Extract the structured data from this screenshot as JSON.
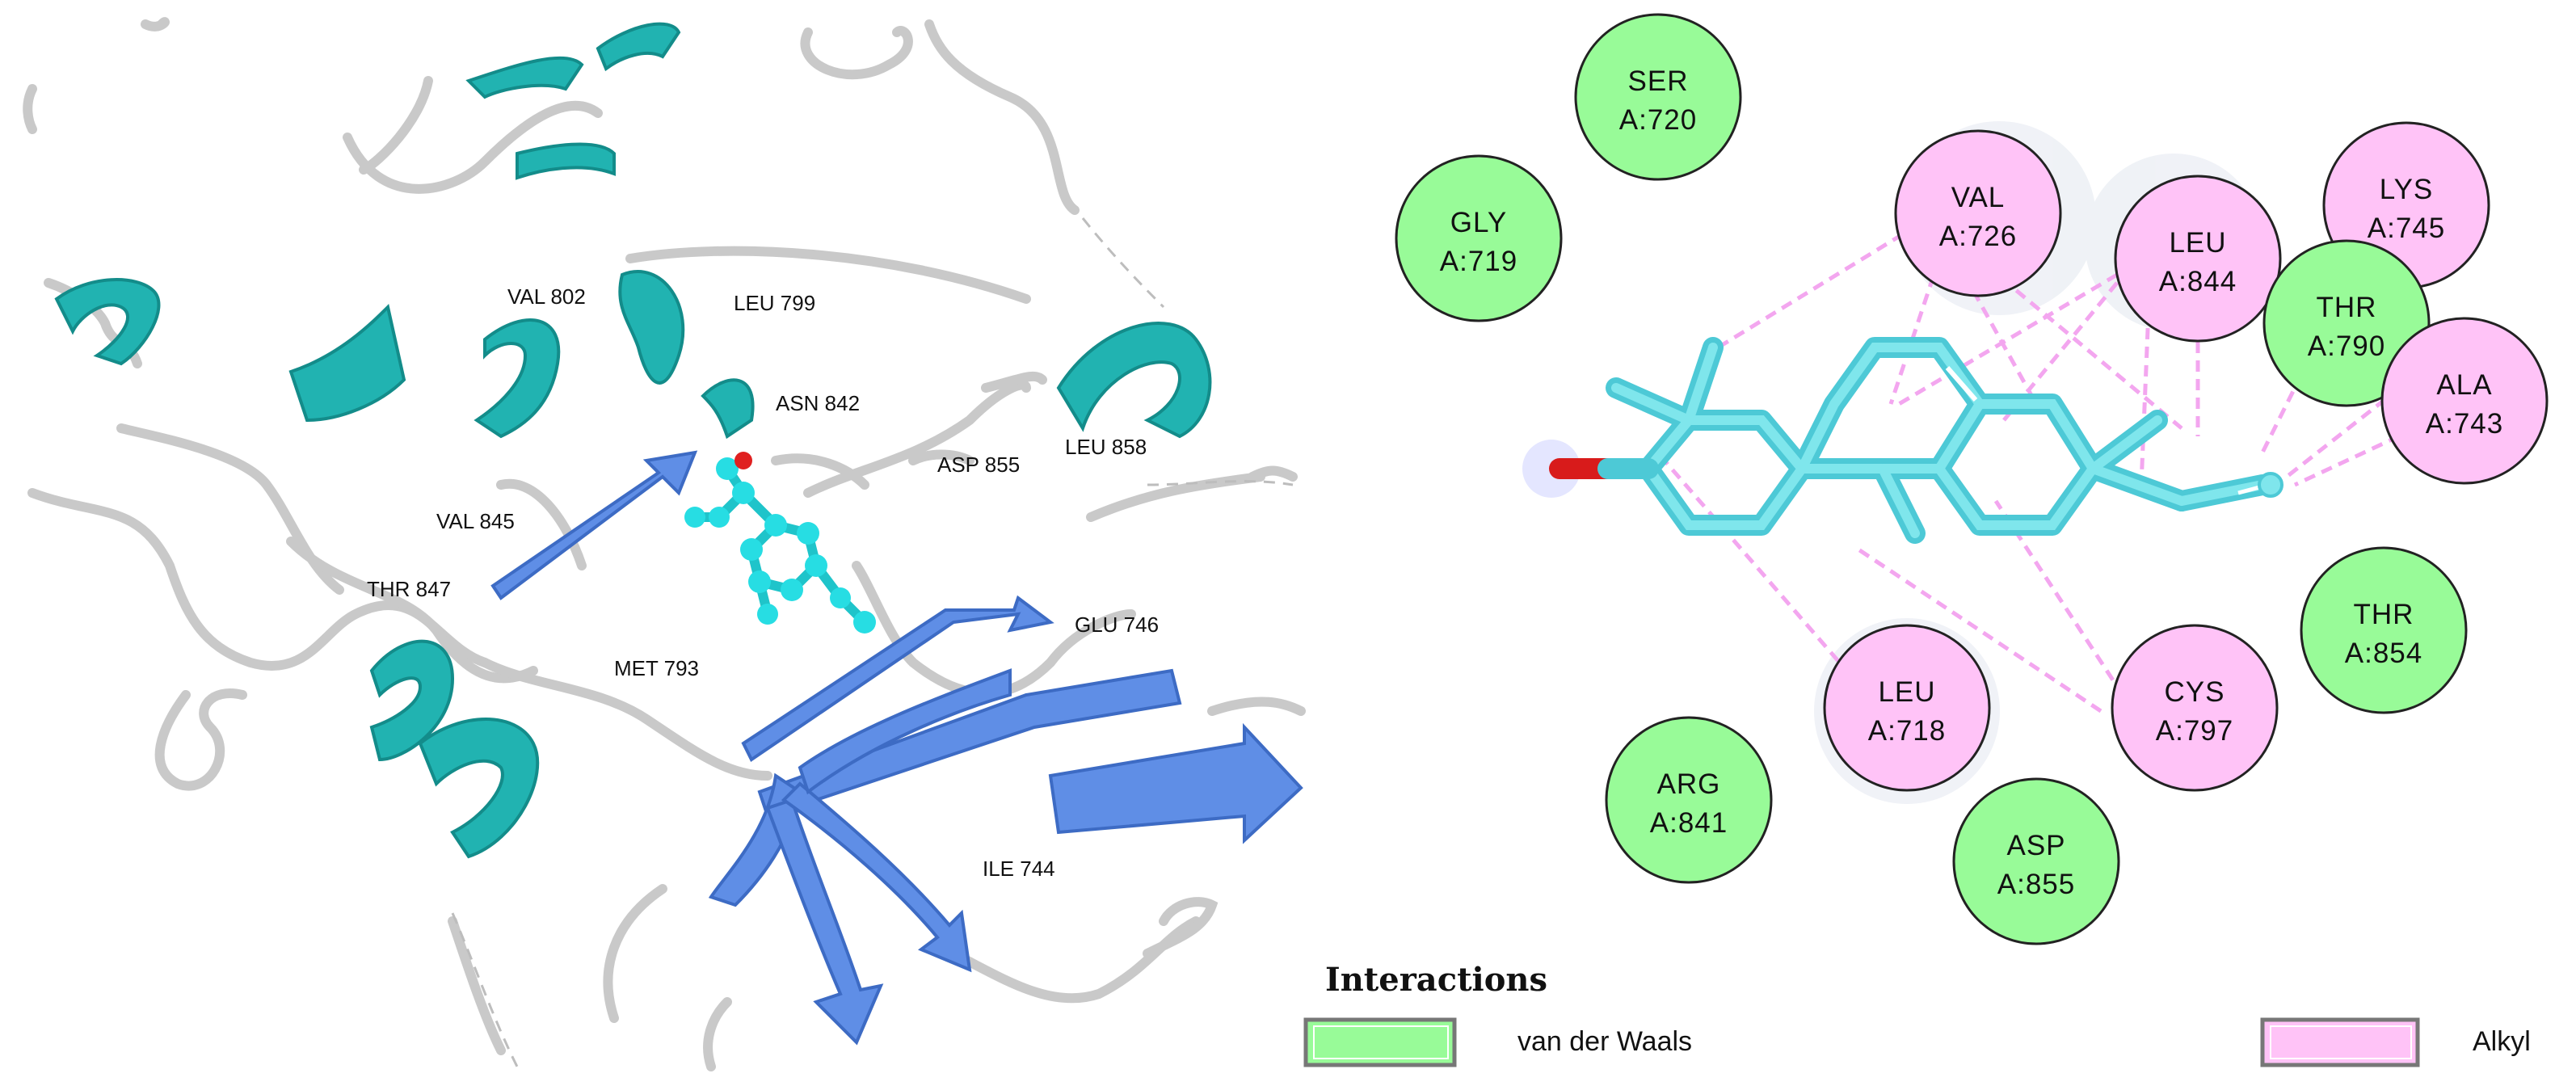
{
  "protein_panel": {
    "labels": [
      {
        "key": "val802",
        "text": "VAL 802"
      },
      {
        "key": "leu799",
        "text": "LEU 799"
      },
      {
        "key": "asn842",
        "text": "ASN 842"
      },
      {
        "key": "asp855",
        "text": "ASP 855"
      },
      {
        "key": "leu858",
        "text": "LEU 858"
      },
      {
        "key": "val845",
        "text": "VAL 845"
      },
      {
        "key": "thr847",
        "text": "THR 847"
      },
      {
        "key": "met793",
        "text": "MET 793"
      },
      {
        "key": "glu746",
        "text": "GLU 746"
      },
      {
        "key": "ile744",
        "text": "ILE 744"
      }
    ]
  },
  "interaction_panel": {
    "residues": [
      {
        "name": "SER",
        "id": "A:720",
        "type": "vdw"
      },
      {
        "name": "GLY",
        "id": "A:719",
        "type": "vdw"
      },
      {
        "name": "VAL",
        "id": "A:726",
        "type": "alkyl"
      },
      {
        "name": "LEU",
        "id": "A:844",
        "type": "alkyl"
      },
      {
        "name": "LYS",
        "id": "A:745",
        "type": "alkyl"
      },
      {
        "name": "THR",
        "id": "A:790",
        "type": "vdw"
      },
      {
        "name": "ALA",
        "id": "A:743",
        "type": "alkyl"
      },
      {
        "name": "THR",
        "id": "A:854",
        "type": "vdw"
      },
      {
        "name": "LEU",
        "id": "A:718",
        "type": "alkyl"
      },
      {
        "name": "CYS",
        "id": "A:797",
        "type": "alkyl"
      },
      {
        "name": "ARG",
        "id": "A:841",
        "type": "vdw"
      },
      {
        "name": "ASP",
        "id": "A:855",
        "type": "vdw"
      }
    ]
  },
  "legend": {
    "title": "Interactions",
    "items": [
      {
        "label": "van der Waals",
        "color": "#98fb98"
      },
      {
        "label": "Alkyl",
        "color": "#ffc3f7"
      }
    ]
  },
  "colors": {
    "helix": "#21b3b1",
    "sheet": "#5f8ee6",
    "coil": "#c9c9c9",
    "ligand": "#27dde3",
    "oxygen": "#e02020",
    "vdw": "#98fb98",
    "alkyl": "#ffc3f7",
    "alkyl_line": "#f3a6ef"
  }
}
